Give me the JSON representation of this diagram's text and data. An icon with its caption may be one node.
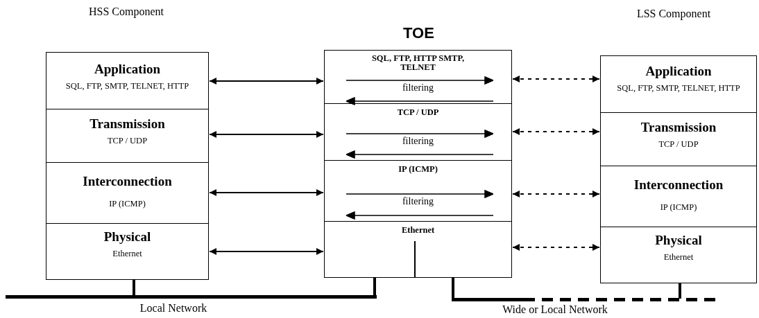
{
  "diagram": {
    "nodes": [
      {
        "text": [
          "HSS Component"
        ]
      },
      {
        "text": [
          "Application",
          "SQL, FTP, SMTP, TELNET, HTTP"
        ],
        "in": 0
      },
      {
        "text": [
          "Transmission",
          "TCP / UDP"
        ],
        "in": 0
      },
      {
        "text": [
          "Interconnection",
          "IP (ICMP)"
        ],
        "in": 0
      },
      {
        "text": [
          "Physical",
          "Ethernet"
        ],
        "in": 0
      },
      {
        "text": [
          "TOE"
        ]
      },
      {
        "text": [
          "SQL, FTP, HTTP SMTP, TELNET",
          "filtering"
        ],
        "in": 5
      },
      {
        "text": [
          "TCP / UDP",
          "filtering"
        ],
        "in": 5
      },
      {
        "text": [
          "IP (ICMP)",
          "filtering"
        ],
        "in": 5
      },
      {
        "text": [
          "Ethernet"
        ],
        "in": 5
      },
      {
        "text": [
          "LSS Component"
        ]
      },
      {
        "text": [
          "Application",
          "SQL, FTP, SMTP, TELNET, HTTP"
        ],
        "in": 10
      },
      {
        "text": [
          "Transmission",
          "TCP / UDP"
        ],
        "in": 10
      },
      {
        "text": [
          "Interconnection",
          "IP (ICMP)"
        ],
        "in": 10
      },
      {
        "text": [
          "Physical",
          "Ethernet"
        ],
        "in": 10
      },
      {
        "text": [],
        "shape": "bar",
        "beside": [
          "Local Network"
        ]
      },
      {
        "text": [],
        "shape": "bar",
        "beside": [
          "Wide or Local Network"
        ]
      }
    ],
    "edges": [
      {
        "from": 1,
        "to": 6,
        "arrow": "both"
      },
      {
        "from": 2,
        "to": 7,
        "arrow": "both"
      },
      {
        "from": 3,
        "to": 8,
        "arrow": "both"
      },
      {
        "from": 4,
        "to": 9,
        "arrow": "both"
      },
      {
        "from": 6,
        "to": 11,
        "arrow": "both",
        "style": "dashed"
      },
      {
        "from": 7,
        "to": 12,
        "arrow": "both",
        "style": "dashed"
      },
      {
        "from": 8,
        "to": 13,
        "arrow": "both",
        "style": "dashed"
      },
      {
        "from": 9,
        "to": 14,
        "arrow": "both",
        "style": "dashed"
      },
      {
        "from": 0,
        "to": 15,
        "arrow": "none",
        "style": "thick"
      },
      {
        "from": 5,
        "to": 15,
        "arrow": "none",
        "style": "thick"
      },
      {
        "from": 5,
        "to": 16,
        "arrow": "none",
        "style": "thick"
      },
      {
        "from": 10,
        "to": 16,
        "arrow": "none",
        "style": "thick"
      }
    ]
  }
}
